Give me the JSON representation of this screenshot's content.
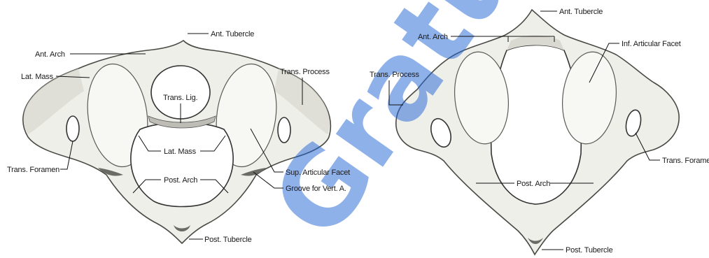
{
  "left_view": {
    "labels": {
      "ant_tubercle": "Ant. Tubercle",
      "ant_arch": "Ant. Arch",
      "lat_mass_top": "Lat. Mass",
      "trans_process": "Trans. Process",
      "trans_lig": "Trans. Lig.",
      "lat_mass_center": "Lat. Mass",
      "trans_foramen": "Trans. Foramen",
      "sup_articular_facet": "Sup. Articular Facet",
      "post_arch": "Post. Arch",
      "groove_vert_a": "Groove for Vert. A.",
      "post_tubercle": "Post. Tubercle"
    }
  },
  "right_view": {
    "labels": {
      "ant_tubercle": "Ant. Tubercle",
      "ant_arch": "Ant. Arch",
      "inf_articular_facet": "Inf. Articular Facet",
      "trans_process": "Trans. Process",
      "trans_foramen": "Trans. Foramen",
      "post_arch": "Post. Arch",
      "post_tubercle": "Post. Tubercle"
    }
  },
  "watermark": {
    "text": "Gratuit",
    "color": "#1f63d6"
  }
}
